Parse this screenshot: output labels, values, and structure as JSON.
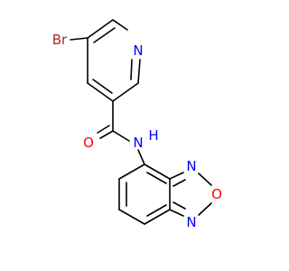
{
  "molecule": {
    "atoms": {
      "br": {
        "label": "Br",
        "color": "#a52a2a"
      },
      "n_pyridine": {
        "label": "N",
        "color": "#0000ff"
      },
      "o_carbonyl": {
        "label": "O",
        "color": "#ff0000"
      },
      "nh_amide": {
        "label": "N",
        "color": "#0000ff"
      },
      "h_amide": {
        "label": "H",
        "color": "#0000ff"
      },
      "n_oxadiazole_top": {
        "label": "N",
        "color": "#0000ff"
      },
      "o_oxadiazole": {
        "label": "O",
        "color": "#ff0000"
      },
      "n_oxadiazole_bottom": {
        "label": "N",
        "color": "#0000ff"
      }
    }
  }
}
